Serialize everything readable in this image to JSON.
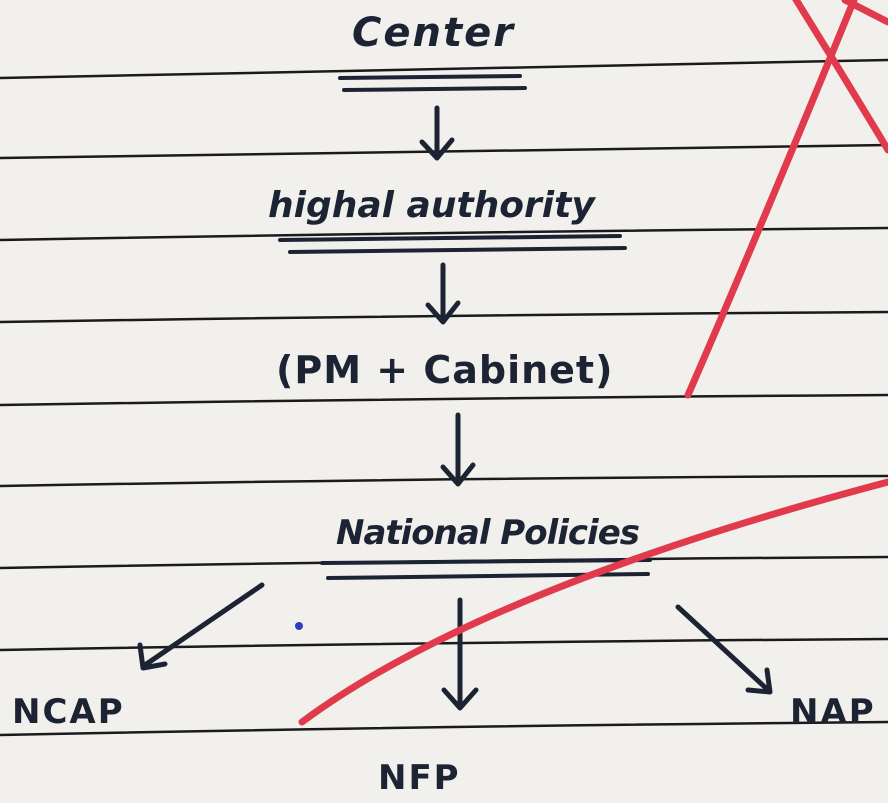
{
  "diagram": {
    "nodes": {
      "center": "Center",
      "higher_authority": "highal authority",
      "pm_cabinet": "(PM + Cabinet)",
      "national_policies": "National Policies",
      "ncap": "NCAP",
      "nfp": "NFP",
      "nap": "NAP"
    }
  },
  "colors": {
    "ink": "#1c2333",
    "rule_line": "#1a1a1a",
    "cross_mark": "#e23a4d",
    "paper": "#f1f0ec"
  }
}
